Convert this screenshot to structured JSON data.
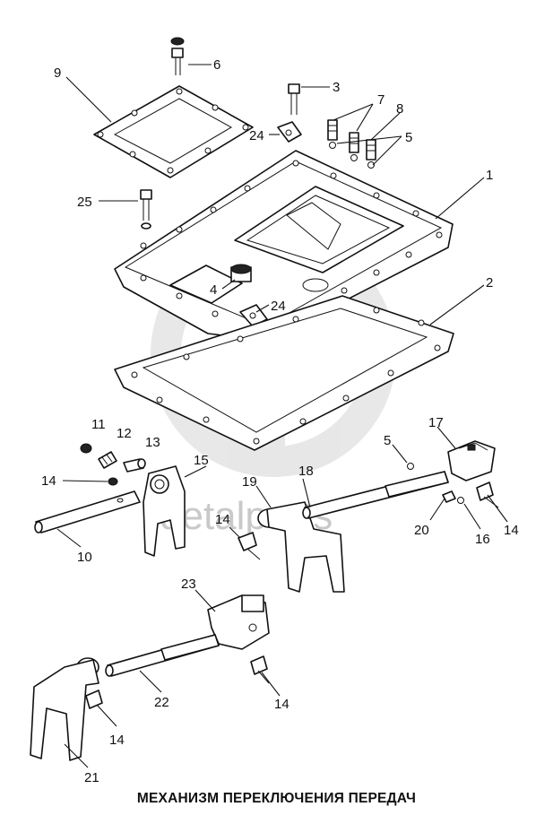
{
  "caption": "МЕХАНИЗМ ПЕРЕКЛЮЧЕНИЯ ПЕРЕДАЧ",
  "watermark": "detalparts",
  "callouts": {
    "c1": "1",
    "c2": "2",
    "c3": "3",
    "c4": "4",
    "c5a": "5",
    "c5b": "5",
    "c6": "6",
    "c7": "7",
    "c8": "8",
    "c9": "9",
    "c10": "10",
    "c11": "11",
    "c12": "12",
    "c13": "13",
    "c14a": "14",
    "c14b": "14",
    "c14c": "14",
    "c14d": "14",
    "c14e": "14",
    "c15": "15",
    "c16": "16",
    "c17": "17",
    "c18": "18",
    "c19": "19",
    "c20": "20",
    "c21": "21",
    "c22": "22",
    "c23": "23",
    "c24a": "24",
    "c24b": "24",
    "c25": "25"
  }
}
